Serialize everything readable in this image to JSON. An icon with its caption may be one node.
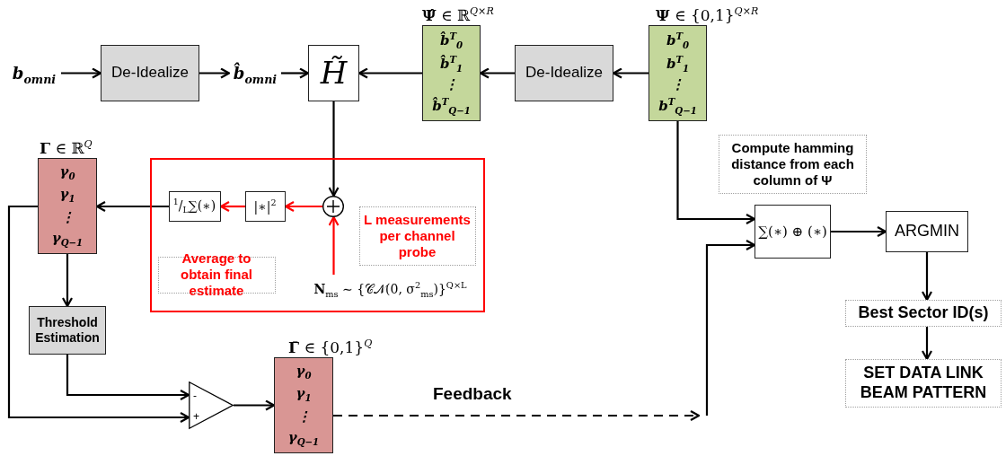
{
  "diagram": {
    "nodes": [
      {
        "text": [
          "b$_{omni}$"
        ]
      },
      {
        "text": [
          "De-Idealize"
        ]
      },
      {
        "text": [
          "b̂$_{omni}$"
        ]
      },
      {
        "text": [
          "H̃"
        ]
      },
      {
        "text": [
          "**Ψ̂** ∈ ℝ$^{Q×R}$",
          "b̂$^{T}$$_{0}$",
          "b̂$^{T}$$_{1}$",
          "⋮",
          "b̂$^{T}$$_{Q−1}$"
        ]
      },
      {
        "text": [
          "De-Idealize"
        ]
      },
      {
        "text": [
          "**Ψ** ∈ {0,1}$^{Q×R}$",
          "b$^{T}$$_{0}$",
          "b$^{T}$$_{1}$",
          "⋮",
          "b$^{T}$$_{Q−1}$"
        ]
      },
      {
        "text": [],
        "shape": "box"
      },
      {
        "text": [
          "$^{1}$/$_{L}$∑(∗)"
        ],
        "in": 7
      },
      {
        "text": [
          "|∗|$^{2}$"
        ],
        "in": 7
      },
      {
        "text": [],
        "shape": "circle",
        "in": 7
      },
      {
        "text": [
          "L measurements per channel probe"
        ],
        "in": 7
      },
      {
        "text": [
          "Average to obtain final estimate"
        ],
        "in": 7
      },
      {
        "text": [
          "**N**$_{ms}$ ∼ {𝒞𝒩(0, σ$^{2}$$_{ms}$)}$^{Q×L}$"
        ],
        "in": 7
      },
      {
        "text": [
          "**Γ** ∈ ℝ$^{Q}$",
          "γ$_{0}$",
          "γ$_{1}$",
          "⋮",
          "γ$_{Q−1}$"
        ]
      },
      {
        "text": [
          "Threshold Estimation"
        ]
      },
      {
        "text": [
          "-",
          "+"
        ]
      },
      {
        "text": [
          "**Γ̄** ∈ {0,1}$^{Q}$",
          "γ$_{0}$",
          "γ$_{1}$",
          "⋮",
          "γ$_{Q−1}$"
        ]
      },
      {
        "text": [
          "Compute hamming distance from each column of Ψ"
        ]
      },
      {
        "text": [
          "∑(∗) ⊕ (∗)"
        ]
      },
      {
        "text": [
          "ARGMIN"
        ]
      },
      {
        "text": [
          "Best Sector ID(s)"
        ]
      },
      {
        "text": [
          "SET DATA LINK BEAM PATTERN"
        ]
      }
    ],
    "edges": [
      {
        "from": 0,
        "to": 1,
        "arrow": "to"
      },
      {
        "from": 1,
        "to": 2,
        "arrow": "to"
      },
      {
        "from": 2,
        "to": 3,
        "arrow": "to"
      },
      {
        "from": 4,
        "to": 3,
        "arrow": "to"
      },
      {
        "from": 6,
        "to": 5,
        "arrow": "to"
      },
      {
        "from": 5,
        "to": 4,
        "arrow": "to"
      },
      {
        "from": 3,
        "to": 10,
        "arrow": "to"
      },
      {
        "from": 13,
        "to": 10,
        "arrow": "to",
        "color": "#ff0000"
      },
      {
        "from": 10,
        "to": 9,
        "arrow": "to",
        "color": "#ff0000"
      },
      {
        "from": 9,
        "to": 8,
        "arrow": "to",
        "color": "#ff0000"
      },
      {
        "from": 8,
        "to": 14,
        "arrow": "to"
      },
      {
        "from": 14,
        "to": 15,
        "arrow": "to"
      },
      {
        "from": 15,
        "to": 16,
        "arrow": "to"
      },
      {
        "from": 14,
        "to": 16,
        "arrow": "to"
      },
      {
        "from": 16,
        "to": 17,
        "arrow": "to"
      },
      {
        "from": 17,
        "to": null,
        "arrow": "to",
        "style": "dashed",
        "label": "Feedback"
      },
      {
        "from": null,
        "to": 19,
        "arrow": "to"
      },
      {
        "from": 6,
        "to": 19,
        "arrow": "to"
      },
      {
        "from": 19,
        "to": 20,
        "arrow": "to"
      },
      {
        "from": 20,
        "to": 21,
        "arrow": "to"
      },
      {
        "from": 21,
        "to": 22,
        "arrow": "to"
      }
    ]
  }
}
